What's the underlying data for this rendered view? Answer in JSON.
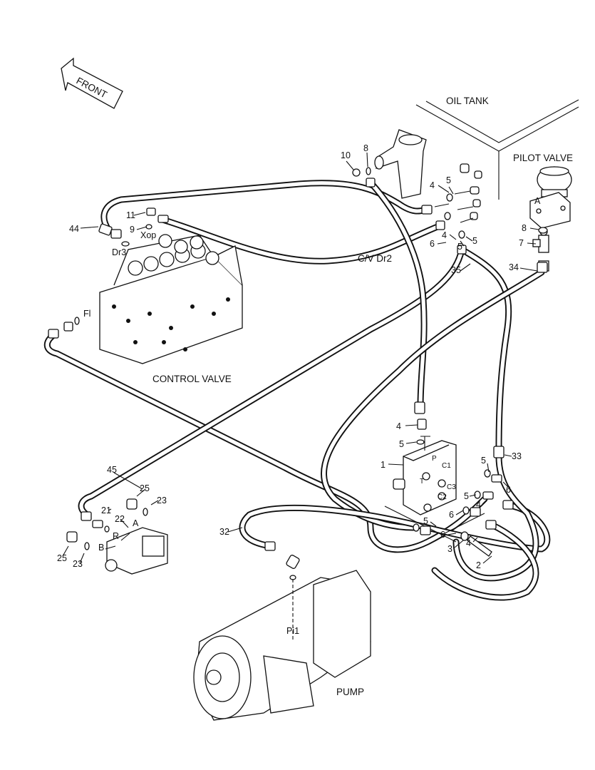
{
  "front_arrow": "FRONT",
  "captions": {
    "oil_tank": "OIL TANK",
    "pilot_valve": "PILOT VALVE",
    "control_valve": "CONTROL VALVE",
    "pump": "PUMP",
    "cv_dr2": "C/V Dr2"
  },
  "port_labels": {
    "xop": "Xop",
    "dr3": "Dr3",
    "fl": "Fl",
    "pi1": "Pi1",
    "a_pilot": "A",
    "a_block": "A",
    "b_block": "B",
    "r_block": "R",
    "p": "P",
    "t": "T",
    "c1": "C1",
    "c2": "C2",
    "c3": "C3"
  },
  "callouts": [
    "1",
    "2",
    "3",
    "4",
    "4",
    "4",
    "4",
    "4",
    "5",
    "5",
    "5",
    "5",
    "5",
    "5",
    "5",
    "6",
    "6",
    "6",
    "6",
    "7",
    "8",
    "8",
    "9",
    "10",
    "11",
    "21",
    "22",
    "23",
    "23",
    "25",
    "25",
    "32",
    "33",
    "34",
    "35",
    "44",
    "45"
  ]
}
